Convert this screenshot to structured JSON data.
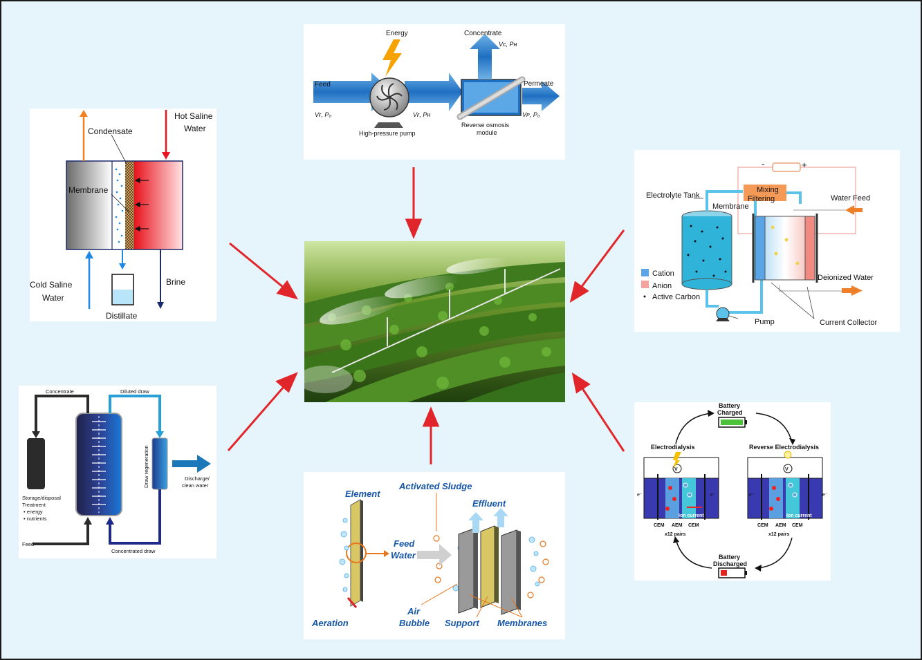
{
  "colors": {
    "background": "#e6f4fb",
    "frame": "#1a1a1a",
    "arrow": "#e0262b"
  },
  "md": {
    "condensate": "Condensate",
    "hot1": "Hot Saline",
    "hot2": "Water",
    "membrane": "Membrane",
    "cold1": "Cold Saline",
    "cold2": "Water",
    "brine": "Brine",
    "distillate": "Distillate"
  },
  "ro": {
    "energy": "Energy",
    "concentrate": "Concentrate",
    "vc": "Vᴄ, Pʜ",
    "feed": "Feed",
    "vf1": "Vғ, P₀",
    "vf2": "Vғ, Pʜ",
    "permeate": "Permeate",
    "vp": "Vᴘ, P₀",
    "pump": "High-pressure pump",
    "module1": "Reverse osmosis",
    "module2": "module"
  },
  "cdi": {
    "minus": "-",
    "plus": "+",
    "mixing1": "Mixing",
    "mixing2": "Filtering",
    "tank": "Electrolyte Tank",
    "membrane": "Membrane",
    "water_feed": "Water Feed",
    "cation": "Cation",
    "anion": "Anion",
    "carbon": "Active Carbon",
    "deionized": "Deionized Water",
    "pump": "Pump",
    "collector": "Current Collector"
  },
  "fo": {
    "concentrate": "Concentrate",
    "diluted": "Diluted draw",
    "storage1": "Storage/disposal",
    "storage2": "Treatment",
    "storage3": "• energy",
    "storage4": "• nutrients",
    "regen": "Draw regeneration",
    "discharge1": "Discharge/",
    "discharge2": "clean water",
    "feed": "Feed",
    "concentrated": "Concentrated draw"
  },
  "mbr": {
    "element": "Element",
    "sludge": "Activated Sludge",
    "effluent": "Effluent",
    "feed1": "Feed",
    "feed2": "Water",
    "aeration": "Aeration",
    "air1": "Air",
    "air2": "Bubble",
    "support": "Support",
    "membranes": "Membranes"
  },
  "ed": {
    "charged1": "Battery",
    "charged2": "Charged",
    "ed": "Electrodialysis",
    "red": "Reverse Electrodialysis",
    "ion1": "Ion current",
    "ion2": "Ion current",
    "cem": "CEM",
    "aem": "AEM",
    "pairs": "x12 pairs",
    "v": "V",
    "e": "e⁻",
    "discharged1": "Battery",
    "discharged2": "Discharged"
  }
}
